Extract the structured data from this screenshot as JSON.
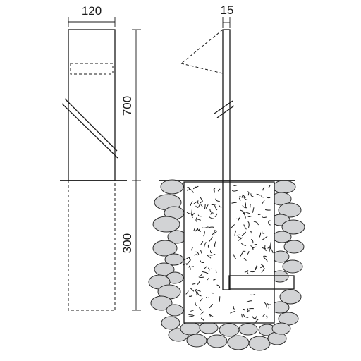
{
  "dimensions": {
    "post_width": "120",
    "post_height": "700",
    "buried_depth": "300",
    "profile_thickness": "15"
  },
  "colors": {
    "line": "#1a1a1a",
    "stone_fill": "#d2d3d5",
    "background": "#ffffff"
  }
}
